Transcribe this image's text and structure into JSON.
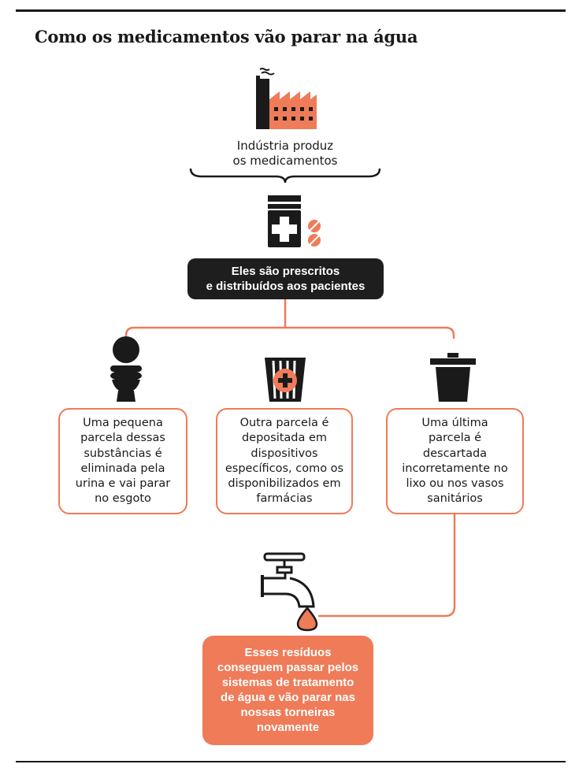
{
  "title": "Como os medicamentos vão parar na água",
  "steps": {
    "industry": "Indústria produz\nos medicamentos",
    "prescribed": "Eles são prescritos\ne distribuídos aos pacientes",
    "urine": "Uma pequena\nparcela dessas\nsubstâncias é\neliminada pela\nurina e vai parar\nno esgoto",
    "pharmacy": "Outra parcela é\ndepositada em\ndispositivos\nespecíficos, como os\ndisponibilizados em\nfarmácias",
    "trash": "Uma última\nparcela é\ndescartada\nincorretamente no\nlixo ou nos vasos\nsanitários",
    "result": "Esses resíduos\nconseguem passar pelos\nsistemas de tratamento\nde água e vão parar nas\nnossas torneiras\nnovamente"
  },
  "colors": {
    "accent": "#ef7b58",
    "dark": "#1e1e1e"
  },
  "icons": [
    "factory-icon",
    "medicine-bottle-icon",
    "pills-icon",
    "toilet-icon",
    "pharmacy-bin-icon",
    "trash-can-icon",
    "faucet-icon",
    "water-drop-icon"
  ]
}
